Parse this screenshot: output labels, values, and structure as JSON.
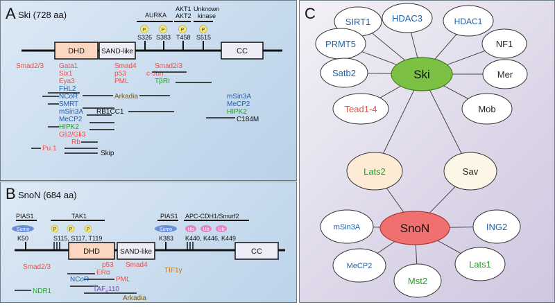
{
  "panel_a": {
    "letter": "A",
    "title": "Ski (728 aa)",
    "domains": {
      "dhd": "DHD",
      "sand": "SAND-like",
      "cc": "CC"
    },
    "kinases": {
      "aurka": "AURKA",
      "akt1": "AKT1",
      "akt2": "AKT2",
      "unknown1": "Unknown",
      "unknown2": "kinase"
    },
    "phospho": "P",
    "sites": {
      "s326": "S326",
      "s383": "S383",
      "t458": "T458",
      "s515": "S515"
    },
    "partners": {
      "smad23": "Smad2/3",
      "gata1": "Gata1",
      "six1": "Six1",
      "eya3": "Eya3",
      "fhl2": "FHL2",
      "ncor": "NCoR",
      "smrt": "SMRT",
      "msin3a": "mSin3A",
      "mecp2": "MeCP2",
      "hipk2": "HIPK2",
      "gli": "Gli2/Gli3",
      "rb": "Rb",
      "pu1": "Pu.1",
      "skip": "Skip",
      "smad4": "Smad4",
      "p53": "p53",
      "pml": "PML",
      "arkadia": "Arkadia",
      "rb1cc1": "RB1CC1",
      "smad23b": "Smad2/3",
      "cjun": "c-Jun",
      "tbri": "TβRI",
      "msin3a2": "mSin3A",
      "mecp2_2": "MeCP2",
      "hipk2_2": "HIPK2",
      "c184m": "C184M"
    }
  },
  "panel_b": {
    "letter": "B",
    "title": "SnoN (684 aa)",
    "domains": {
      "dhd": "DHD",
      "sand": "SAND-like",
      "cc": "CC"
    },
    "sumo": "Sumo",
    "ub": "Ub",
    "phospho": "P",
    "modifiers": {
      "pias1a": "PIAS1",
      "tak1": "TAK1",
      "pias1b": "PIAS1",
      "apc": "APC-CDH1/Smurf2"
    },
    "sites": {
      "k50": "K50",
      "stt": "S115, S117, T119",
      "k383": "K383",
      "kkk": "K440, K446, K449"
    },
    "partners": {
      "smad23": "Smad2/3",
      "p53": "p53",
      "smad4": "Smad4",
      "era": "ERα",
      "pml": "PML",
      "ncor": "NCoR",
      "taf_main": "TAF",
      "taf_sub": "II",
      "taf_tail": "110",
      "arkadia": "Arkadia",
      "tif1g": "TIF1γ",
      "ndr1": "NDR1"
    }
  },
  "panel_c": {
    "letter": "C",
    "hubs": {
      "ski": "Ski",
      "snon": "SnoN"
    },
    "ski_partners": {
      "sirt1": "SIRT1",
      "hdac3": "HDAC3",
      "hdac1": "HDAC1",
      "prmt5": "PRMT5",
      "nf1": "NF1",
      "satb2": "Satb2",
      "mer": "Mer",
      "tead": "Tead1-4",
      "mob": "Mob"
    },
    "shared": {
      "lats2": "Lats2",
      "sav": "Sav"
    },
    "snon_partners": {
      "msin3a": "mSin3A",
      "ing2": "ING2",
      "mecp2": "MeCP2",
      "lats1": "Lats1",
      "mst2": "Mst2"
    }
  },
  "colors": {
    "red_text": "#e8504a",
    "blue_text": "#1f5fa8",
    "green_text": "#22a022",
    "dark_text": "#222222",
    "orange_text": "#c8781e",
    "purple_text": "#8a3cc8",
    "brown_text": "#7a5a18",
    "domain_fill": "#fbd7c2",
    "cc_fill": "#ececf6",
    "ski_green": "#7cc044",
    "snon_red": "#f07070"
  }
}
